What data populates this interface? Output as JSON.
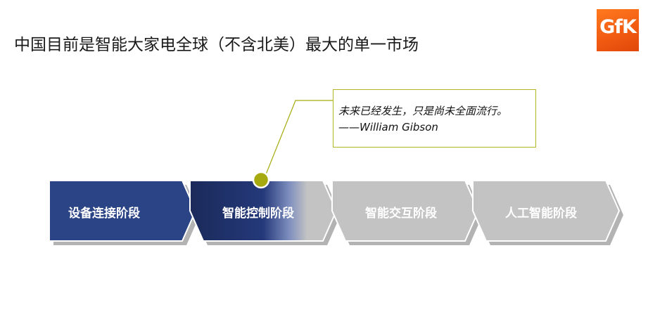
{
  "title": "中国目前是智能大家电全球（不含北美）最大的单一市场",
  "logo": {
    "text": "GfK",
    "color": "#F26A1B"
  },
  "quote": {
    "line1": "未来已经发生，只是尚未全面流行。",
    "line2": "——William Gibson"
  },
  "stages": [
    {
      "label": "设备连接阶段",
      "state": "completed",
      "color": "#2B4486"
    },
    {
      "label": "智能控制阶段",
      "state": "current",
      "color": "#1F3066"
    },
    {
      "label": "智能交互阶段",
      "state": "future",
      "color": "#C3C3C3"
    },
    {
      "label": "人工智能阶段",
      "state": "future",
      "color": "#C3C3C3"
    }
  ],
  "marker_color": "#A6AA0E"
}
